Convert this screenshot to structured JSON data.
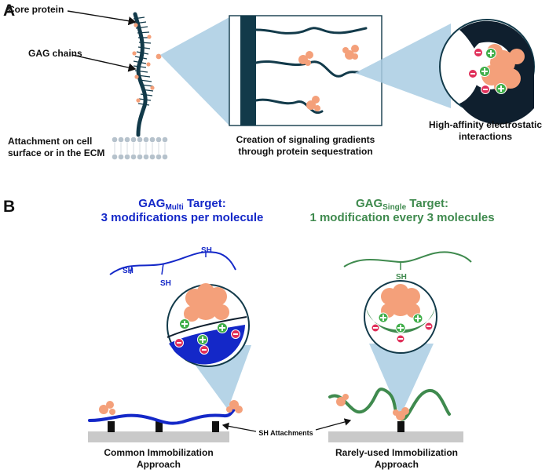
{
  "panel_a": {
    "label": "A",
    "core_protein": "Core protein",
    "gag_chains": "GAG chains",
    "attachment": [
      "Attachment on cell",
      "surface or in the ECM"
    ],
    "gradients": [
      "Creation of signaling gradients",
      "through protein sequestration"
    ],
    "electrostatic": [
      "High-affinity electrostatic",
      "interactions"
    ]
  },
  "panel_b": {
    "label": "B",
    "multi": {
      "title_prefix": "GAG",
      "title_sub": "Multi",
      "title_suffix": " Target:",
      "subtitle": "3 modifications per molecule",
      "sh_labels": [
        "SH",
        "SH",
        "SH"
      ],
      "caption": [
        "Common Immobilization",
        "Approach"
      ]
    },
    "single": {
      "title_prefix": "GAG",
      "title_sub": "Single",
      "title_suffix": " Target:",
      "subtitle": "1 modification every 3 molecules",
      "sh_label": "SH",
      "caption": [
        "Rarely-used Immobilization",
        "Approach"
      ]
    },
    "sh_attachments": "SH Attachments"
  },
  "colors": {
    "navy": "#123a4a",
    "blue": "#1428c8",
    "green": "#3f8a4e",
    "protein": "#f4a07a",
    "beam": "#a9cde3",
    "surface": "#c9c9c9",
    "plus": "#3fae49",
    "minus": "#e0305a"
  }
}
